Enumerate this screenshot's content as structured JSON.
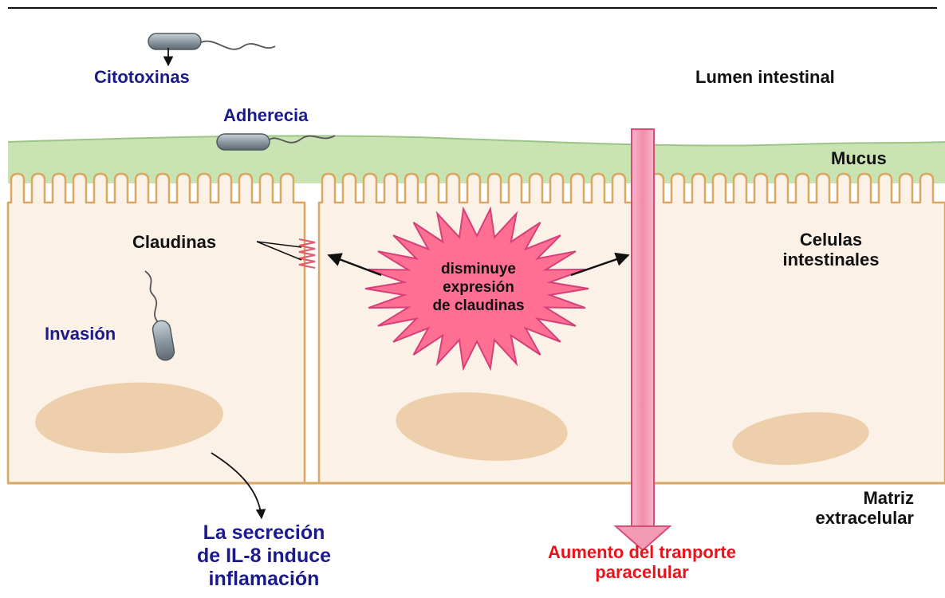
{
  "labels": {
    "citotoxinas": "Citotoxinas",
    "adherencia": "Adherecia",
    "lumen": "Lumen intestinal",
    "mucus": "Mucus",
    "claudinas": "Claudinas",
    "celulas_line1": "Celulas",
    "celulas_line2": "intestinales",
    "invasion": "Invasión",
    "burst_line1": "disminuye",
    "burst_line2": "expresión",
    "burst_line3": "de claudinas",
    "il8_line1": "La secreción",
    "il8_line2": "de IL-8 induce",
    "il8_line3": "inflamación",
    "matriz_line1": "Matriz",
    "matriz_line2": "extracelular",
    "transporte_line1": "Aumento del tranporte",
    "transporte_line2": "paracelular"
  },
  "colors": {
    "blue_text": "#1a1a8c",
    "black_text": "#111111",
    "red_text": "#e8131b",
    "mucus_green": "#c9e3b3",
    "mucus_edge": "#9cc487",
    "cell_fill": "#fbf1e7",
    "cell_border": "#d9a762",
    "nucleus": "#edcfac",
    "bacteria": "#8e9aa3",
    "burst_fill": "#ff6f93",
    "arrow_pink": "#f39bb5",
    "arrow_pink_edge": "#d64d78"
  }
}
